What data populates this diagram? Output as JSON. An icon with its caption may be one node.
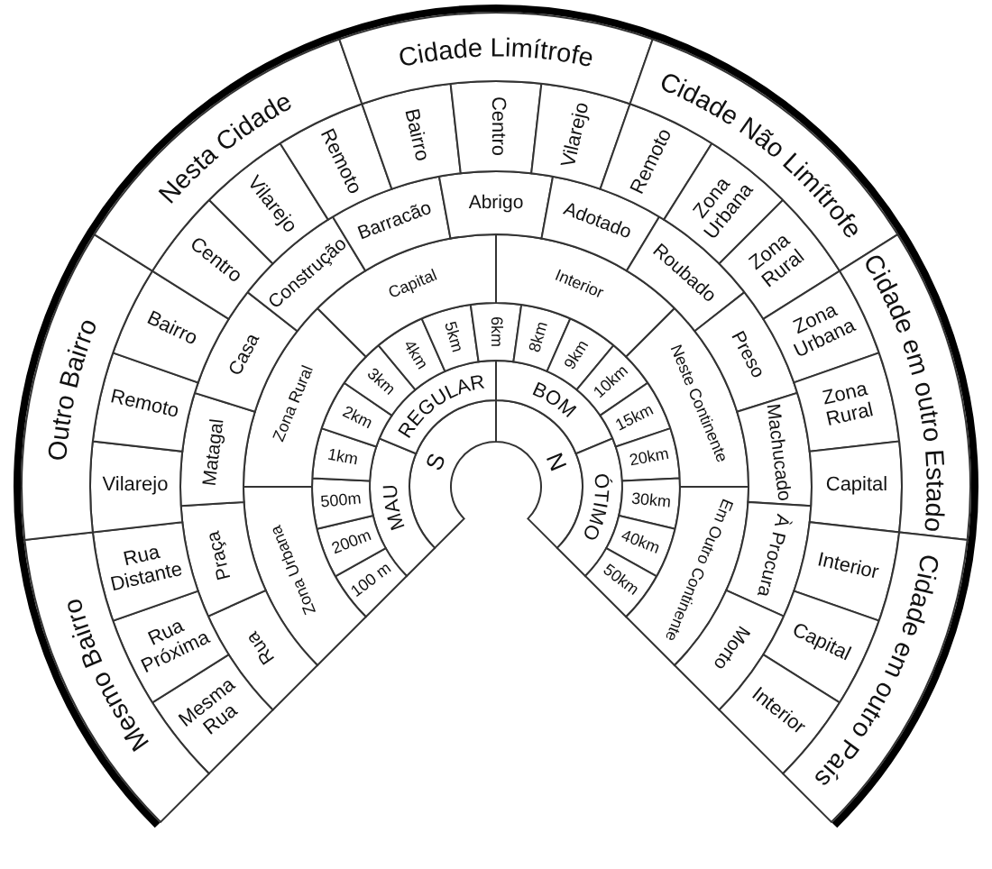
{
  "diagram": {
    "nodes": [
      {
        "text": [
          "S"
        ]
      },
      {
        "text": [
          "N"
        ]
      },
      {
        "text": [
          "MAU"
        ]
      },
      {
        "text": [
          "REGULAR"
        ]
      },
      {
        "text": [
          "BOM"
        ]
      },
      {
        "text": [
          "ÓTIMO"
        ]
      },
      {
        "text": [
          "100 m"
        ]
      },
      {
        "text": [
          "200m"
        ]
      },
      {
        "text": [
          "500m"
        ]
      },
      {
        "text": [
          "1km"
        ]
      },
      {
        "text": [
          "2km"
        ]
      },
      {
        "text": [
          "3km"
        ]
      },
      {
        "text": [
          "4km"
        ]
      },
      {
        "text": [
          "5km"
        ]
      },
      {
        "text": [
          "6km"
        ]
      },
      {
        "text": [
          "8km"
        ]
      },
      {
        "text": [
          "9km"
        ]
      },
      {
        "text": [
          "10km"
        ]
      },
      {
        "text": [
          "15km"
        ]
      },
      {
        "text": [
          "20km"
        ]
      },
      {
        "text": [
          "30km"
        ]
      },
      {
        "text": [
          "40km"
        ]
      },
      {
        "text": [
          "50km"
        ]
      },
      {
        "text": [
          "Zona Urbana"
        ]
      },
      {
        "text": [
          "Zona Rural"
        ]
      },
      {
        "text": [
          "Capital"
        ]
      },
      {
        "text": [
          "Interior"
        ]
      },
      {
        "text": [
          "Neste Continente"
        ]
      },
      {
        "text": [
          "Em Outro Continente"
        ]
      },
      {
        "text": [
          "Rua"
        ]
      },
      {
        "text": [
          "Praça"
        ]
      },
      {
        "text": [
          "Matagal"
        ]
      },
      {
        "text": [
          "Casa"
        ]
      },
      {
        "text": [
          "Construção"
        ]
      },
      {
        "text": [
          "Barracão"
        ]
      },
      {
        "text": [
          "Abrigo"
        ]
      },
      {
        "text": [
          "Adotado"
        ]
      },
      {
        "text": [
          "Roubado"
        ]
      },
      {
        "text": [
          "Preso"
        ]
      },
      {
        "text": [
          "Machucado"
        ]
      },
      {
        "text": [
          "À Procura"
        ]
      },
      {
        "text": [
          "Morto"
        ]
      },
      {
        "text": [
          "Mesma Rua"
        ]
      },
      {
        "text": [
          "Rua Próxima"
        ]
      },
      {
        "text": [
          "Rua Distante"
        ]
      },
      {
        "text": [
          "Vilarejo"
        ]
      },
      {
        "text": [
          "Remoto"
        ]
      },
      {
        "text": [
          "Bairro"
        ]
      },
      {
        "text": [
          "Centro"
        ]
      },
      {
        "text": [
          "Vilarejo"
        ]
      },
      {
        "text": [
          "Remoto"
        ]
      },
      {
        "text": [
          "Bairro"
        ]
      },
      {
        "text": [
          "Centro"
        ]
      },
      {
        "text": [
          "Vilarejo"
        ]
      },
      {
        "text": [
          "Remoto"
        ]
      },
      {
        "text": [
          "Zona Urbana"
        ]
      },
      {
        "text": [
          "Zona Rural"
        ]
      },
      {
        "text": [
          "Zona Urbana"
        ]
      },
      {
        "text": [
          "Zona Rural"
        ]
      },
      {
        "text": [
          "Capital"
        ]
      },
      {
        "text": [
          "Interior"
        ]
      },
      {
        "text": [
          "Capital"
        ]
      },
      {
        "text": [
          "Interior"
        ]
      },
      {
        "text": [
          "Mesmo Bairro"
        ]
      },
      {
        "text": [
          "Outro Bairro"
        ]
      },
      {
        "text": [
          "Nesta Cidade"
        ]
      },
      {
        "text": [
          "Cidade Limítrofe"
        ]
      },
      {
        "text": [
          "Cidade Não Limítrofe"
        ]
      },
      {
        "text": [
          "Cidade em outro Estado"
        ]
      },
      {
        "text": [
          "Cidade em outro País"
        ]
      }
    ]
  }
}
